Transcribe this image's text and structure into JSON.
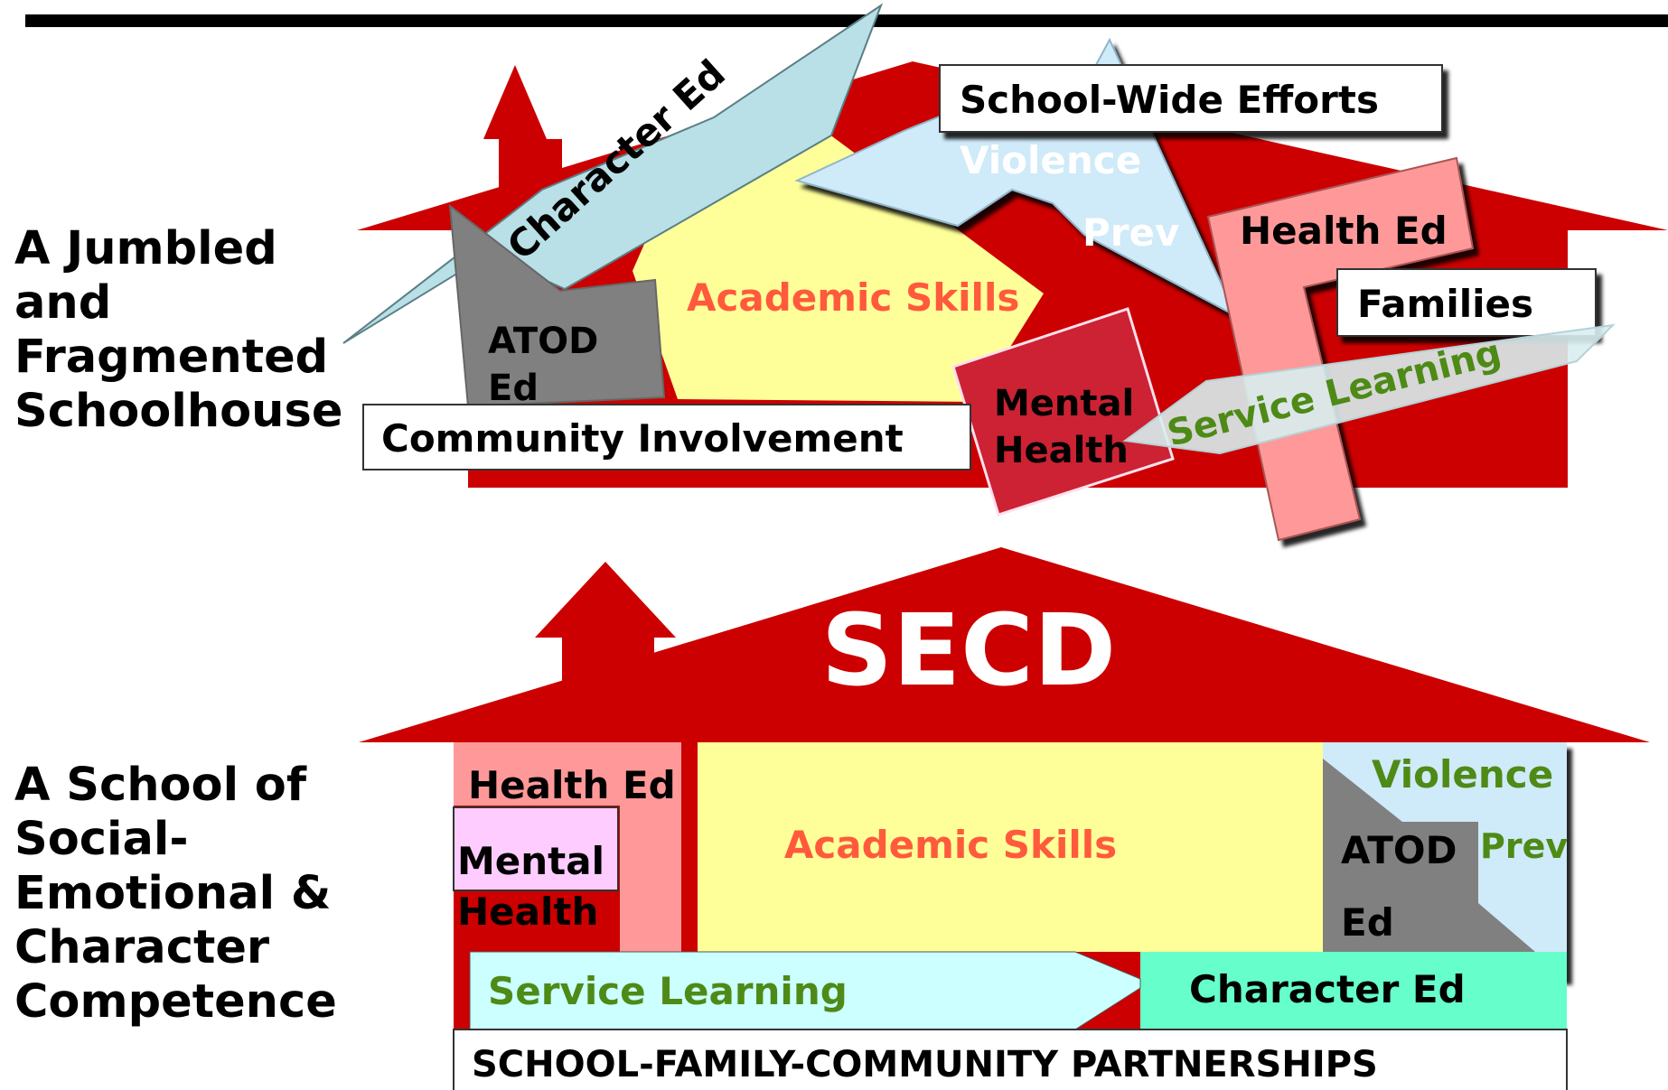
{
  "side_labels": {
    "top": [
      "A Jumbled",
      "and",
      "Fragmented",
      "Schoolhouse"
    ],
    "bottom": [
      "A School of",
      "Social-",
      "Emotional &",
      "Character",
      "Competence"
    ]
  },
  "top_house": {
    "character_ed": "Character Ed",
    "school_wide_efforts": "School-Wide Efforts",
    "violence": "Violence",
    "prev": "Prev",
    "health_ed": "Health Ed",
    "families": "Families",
    "academic_skills": "Academic Skills",
    "atod_line1": "ATOD",
    "atod_line2": "Ed",
    "community_involvement": "Community Involvement",
    "mental_line1": "Mental",
    "mental_line2": "Health",
    "service_learning": "Service Learning"
  },
  "bottom_house": {
    "roof_title": "SECD",
    "health_ed": "Health Ed",
    "mental_line1": "Mental",
    "mental_line2": "Health",
    "academic_skills": "Academic Skills",
    "violence": "Violence",
    "prev": "Prev",
    "atod_line1": "ATOD",
    "atod_line2": "Ed",
    "service_learning": "Service Learning",
    "character_ed": "Character Ed",
    "partnerships": "SCHOOL-FAMILY-COMMUNITY PARTNERSHIPS"
  },
  "colors": {
    "house_red": "#cc0000",
    "academic_yellow": "#ffff99",
    "academic_text": "#ff5a3c",
    "character_ed_blue": "#b8e0e6",
    "violence_blue": "#cfeaf8",
    "health_pink": "#ff9999",
    "atod_gray": "#808080",
    "mental_pink": "#ffccff",
    "service_green_text": "#4e8a16",
    "character_ed_green": "#66ffcc"
  }
}
